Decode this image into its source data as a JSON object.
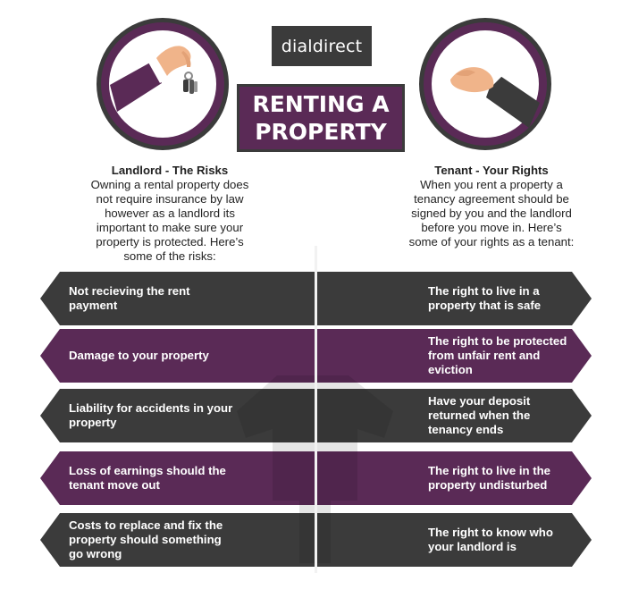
{
  "brand": {
    "logo_text": "dialdirect"
  },
  "title": {
    "line1": "RENTING A",
    "line2": "PROPERTY"
  },
  "landlord": {
    "heading": "Landlord - The Risks",
    "intro": "Owning a rental property does not require insurance by law however as a landlord its important to make sure your property is protected. Here’s some of the risks:",
    "items": [
      "Not recieving the rent payment",
      "Damage to your property",
      "Liability for accidents in your property",
      "Loss of earnings should the tenant move out",
      "Costs to replace and fix the property should something go wrong"
    ]
  },
  "tenant": {
    "heading": "Tenant - Your Rights",
    "intro": "When you rent a property a tenancy agreement should be signed by you and the landlord before you move in. Here’s some of your rights as a tenant:",
    "items": [
      "The right to live in a property that is safe",
      "The right to be protected from unfair rent and eviction",
      "Have your deposit returned when the tenancy ends",
      "The right to live in the property undisturbed",
      "The right to know who your landlord is"
    ]
  },
  "colors": {
    "purple": "#5a2a56",
    "charcoal": "#3b3b3b",
    "skin": "#f0b48a"
  },
  "icons": {
    "landlord": "hand-holding-keys-icon",
    "tenant": "open-hand-receiving-icon"
  }
}
